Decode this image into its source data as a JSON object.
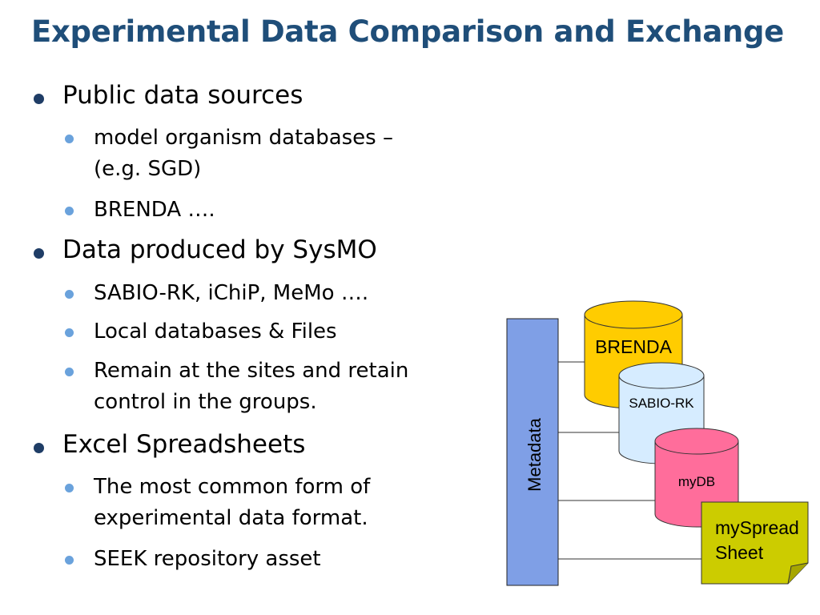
{
  "slide": {
    "title": "Experimental Data Comparison and Exchange",
    "bullets": [
      {
        "text": "Public data sources"
      },
      {
        "text": "model organism databases –"
      },
      {
        "text": "(e.g. SGD)"
      },
      {
        "text": "BRENDA …."
      },
      {
        "text": "Data produced by SysMO"
      },
      {
        "text": "SABIO-RK, iChiP, MeMo …."
      },
      {
        "text": "Local databases & Files"
      },
      {
        "text": "Remain at the sites and retain"
      },
      {
        "text": "control in the groups."
      },
      {
        "text": "Excel Spreadsheets"
      },
      {
        "text": "The most common form of"
      },
      {
        "text": "experimental data format."
      },
      {
        "text": "SEEK repository asset"
      }
    ]
  },
  "diagram": {
    "metadata_label": "Metadata",
    "databases": [
      {
        "label": "BRENDA",
        "color": "#ffcc00"
      },
      {
        "label": "SABIO-RK",
        "color": "#d6ecff"
      },
      {
        "label": "myDB",
        "color": "#ff6d9b"
      }
    ],
    "sheet": {
      "line1": "mySpread",
      "line2": "Sheet",
      "color": "#cccc00"
    },
    "metadata_color": "#7f9fe6"
  }
}
